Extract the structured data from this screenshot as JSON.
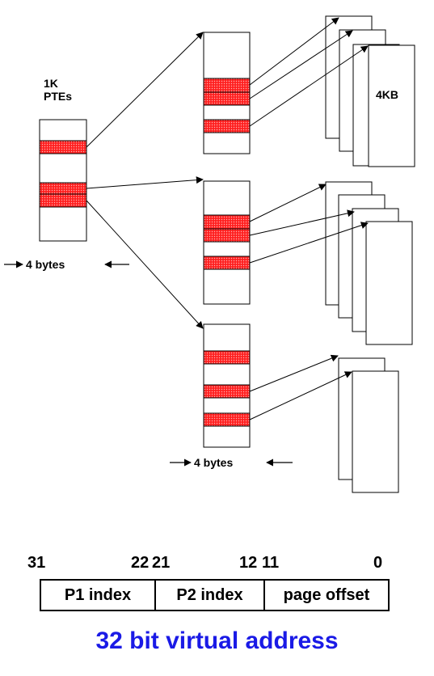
{
  "labels": {
    "ptes": [
      "1K",
      "PTEs"
    ],
    "page_size": "4KB",
    "entry_size_top": "4 bytes",
    "entry_size_bottom": "4 bytes"
  },
  "address": {
    "bits": [
      "31",
      "22",
      "21",
      "12",
      "11",
      "0"
    ],
    "fields": [
      "P1 index",
      "P2 index",
      "page offset"
    ],
    "caption": "32 bit virtual address"
  },
  "colors": {
    "entry_fill": "#ff1a1a",
    "caption": "#1a1ae6"
  }
}
